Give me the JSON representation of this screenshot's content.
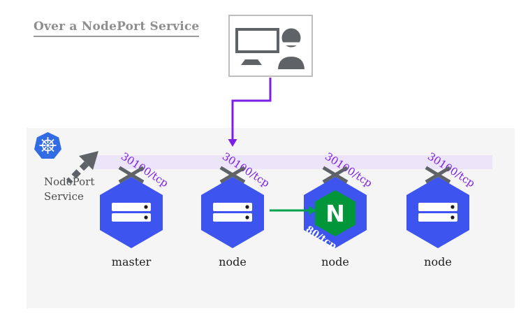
{
  "title": {
    "text": "Over a NodePort Service"
  },
  "service": {
    "label_line1": "NodePort",
    "label_line2": "Service"
  },
  "nodes": [
    {
      "name": "master",
      "port": "30100/tcp"
    },
    {
      "name": "node",
      "port": "30100/tcp"
    },
    {
      "name": "node",
      "port": "30100/tcp",
      "pod": {
        "logo_letter": "N",
        "port": "80/tcp"
      }
    },
    {
      "name": "node",
      "port": "30100/tcp"
    }
  ],
  "colors": {
    "hexagon_blue": "#3D55EE",
    "kubernetes_blue": "#326CE5",
    "nginx_green": "#009639",
    "arrow_green": "#00A14B",
    "port_purple": "#7B1FE8",
    "band_lavender": "#ECE5FA",
    "panel_gray": "#F5F5F6",
    "icon_gray": "#5F6368",
    "box_border": "#BDBDBD",
    "title_gray": "#8E8E8E",
    "service_text": "#4C4C4C",
    "label_dark": "#1E1E1E"
  }
}
